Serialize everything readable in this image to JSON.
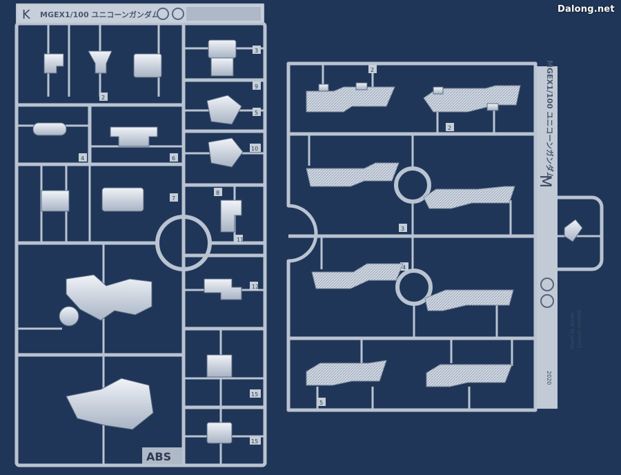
{
  "watermark": "Dalong.net",
  "runner_left": {
    "letter": "K",
    "header": "MGEX1/100 ユニコーンガンダム",
    "footer_material": "ABS",
    "part_numbers": [
      "2",
      "3",
      "4",
      "5",
      "6",
      "7",
      "8",
      "9",
      "10",
      "11",
      "12",
      "15",
      "15"
    ]
  },
  "runner_right": {
    "letter": "M",
    "side_text": "MGEX1/100 ユニコーンガンダム",
    "maker_text": "BANDAI SPIRITS",
    "origin_text": "MADE IN JAPAN",
    "year_text": "2020",
    "part_numbers": [
      "2",
      "2",
      "3",
      "4",
      "5"
    ]
  },
  "colors": {
    "background": "#1f3658",
    "runner": "#b9c3d1",
    "parts": "#d7dde6",
    "shadow": "#5a6a82"
  }
}
